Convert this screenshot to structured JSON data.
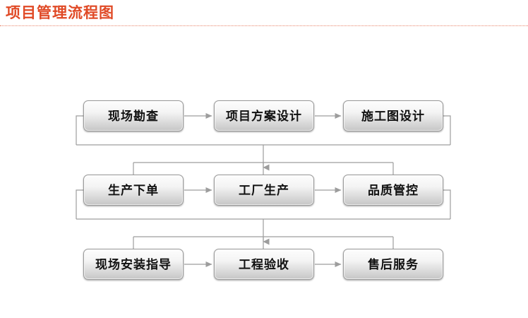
{
  "title": {
    "text": "项目管理流程图",
    "color": "#e04a26",
    "underline_color": "#e8846a"
  },
  "diagram": {
    "type": "flowchart",
    "orientation": "serpentine-rows",
    "rows": [
      {
        "row_index": 1,
        "boxes": [
          {
            "id": "b1",
            "label": "现场勘查"
          },
          {
            "id": "b2",
            "label": "项目方案设计"
          },
          {
            "id": "b3",
            "label": "施工图设计"
          }
        ]
      },
      {
        "row_index": 2,
        "boxes": [
          {
            "id": "b4",
            "label": "生产下单"
          },
          {
            "id": "b5",
            "label": "工厂生产"
          },
          {
            "id": "b6",
            "label": "品质管控"
          }
        ]
      },
      {
        "row_index": 3,
        "boxes": [
          {
            "id": "b7",
            "label": "现场安装指导"
          },
          {
            "id": "b8",
            "label": "工程验收"
          },
          {
            "id": "b9",
            "label": "售后服务"
          }
        ]
      }
    ],
    "connectors": [
      {
        "from": "b1",
        "to": "b2",
        "kind": "arrow-right"
      },
      {
        "from": "b2",
        "to": "b3",
        "kind": "arrow-right"
      },
      {
        "from": "b4",
        "to": "b5",
        "kind": "arrow-right"
      },
      {
        "from": "b5",
        "to": "b6",
        "kind": "arrow-right"
      },
      {
        "from": "b7",
        "to": "b8",
        "kind": "arrow-right"
      },
      {
        "from": "b8",
        "to": "b9",
        "kind": "arrow-right"
      },
      {
        "from": "row-1",
        "to": "row-2",
        "kind": "bus-down-arrow"
      },
      {
        "from": "row-2",
        "to": "row-3",
        "kind": "bus-down-arrow"
      }
    ],
    "box_style": {
      "border_color": "#9a9a9a",
      "fill_top": "#fdfdfd",
      "fill_bottom": "#c6c6c6",
      "text_color": "#111111"
    },
    "line_color": "#8f8f8f"
  }
}
